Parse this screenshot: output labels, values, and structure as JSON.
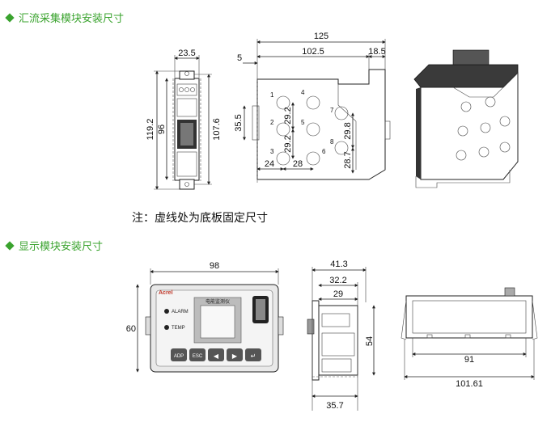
{
  "section1": {
    "title": "汇流采集模块安装尺寸"
  },
  "section2": {
    "title": "显示模块安装尺寸"
  },
  "note": "注：虚线处为底板固定尺寸",
  "front_view": {
    "d_width": "23.5",
    "d_h1": "119.2",
    "d_h2": "96",
    "d_h3": "107.6"
  },
  "side_view": {
    "d_total": "125",
    "d_inner": "102.5",
    "d_right": "18.5",
    "d_left": "5",
    "d_h": "35.5",
    "d_v1": "29.2",
    "d_v2": "29.2",
    "d_v3": "29.8",
    "d_v4": "28.7",
    "d_b1": "24",
    "d_b2": "28",
    "hole_labels": [
      "1",
      "2",
      "3",
      "4",
      "5",
      "6",
      "7",
      "8"
    ]
  },
  "display_front": {
    "d_width": "98",
    "d_height": "60",
    "brand": "Acrel",
    "lcd_title": "电能监测仪",
    "alarm_label": "ALARM",
    "temp_label": "TEMP",
    "buttons": [
      "ADP",
      "ESC",
      "◀",
      "▶",
      "↵"
    ]
  },
  "display_side": {
    "d_a": "41.3",
    "d_b": "32.2",
    "d_c": "29",
    "d_d": "54",
    "d_e": "35.7"
  },
  "display_top": {
    "d_a": "91",
    "d_b": "101.61"
  },
  "colors": {
    "accent": "#3aa32e"
  }
}
